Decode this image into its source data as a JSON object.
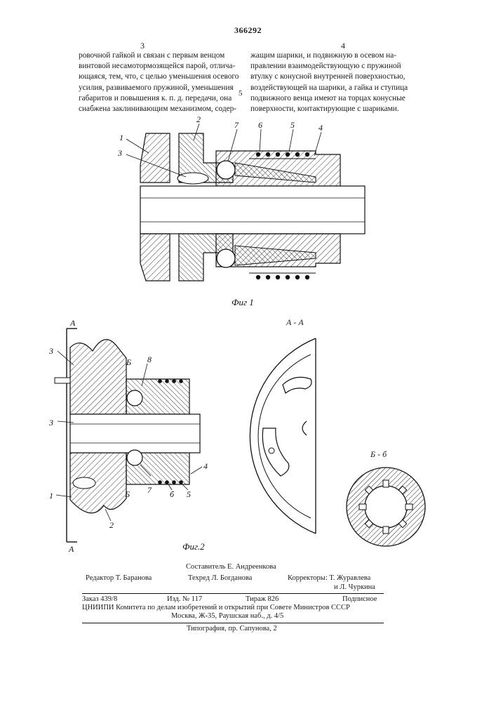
{
  "header": {
    "patent_number": "366292",
    "left_column_number": "3",
    "right_column_number": "4",
    "line_marker": "5"
  },
  "left_column": {
    "lines": [
      "ровочной гайкой и связан с первым венцом",
      "винтовой несамотормозящейся парой, отлича-",
      "ющаяся, тем, что, с целью уменьшения осевого",
      "усилия, развиваемого пружиной, уменьшения",
      "габаритов и повышения к. п. д. передачи, она",
      "снабжена заклинивающим механизмом, содер-"
    ]
  },
  "right_column": {
    "lines": [
      "жащим шарики, и подвижную в осевом на-",
      "правлении взаимодействующую с пружиной",
      "втулку с конусной внутренней поверхностью,",
      "воздействующей на шарики, а гайка и ступица",
      "подвижного венца имеют на торцах конусные",
      "поверхности, контактирующие с шариками."
    ]
  },
  "figure1": {
    "caption": "Фиг 1",
    "labels": [
      "1",
      "2",
      "3",
      "7",
      "6",
      "5",
      "4"
    ]
  },
  "figure2": {
    "caption": "Фиг.2",
    "labels": [
      "A",
      "A",
      "3",
      "8",
      "Б",
      "3",
      "4",
      "Б",
      "7",
      "б",
      "5",
      "1",
      "2"
    ]
  },
  "section_aa": {
    "title": "А - А"
  },
  "section_bb": {
    "title": "Б - б"
  },
  "imprint": {
    "compiler": "Составитель Е. Андреенкова",
    "editor": "Редактор Т. Баранова",
    "techred": "Техред Л. Богданова",
    "correctors_1": "Корректоры: Т. Журавлева",
    "correctors_2": "и Л. Чуркина",
    "order": "Заказ 439/8",
    "edition": "Изд. № 117",
    "circulation": "Тираж 826",
    "subscription": "Подписное",
    "org": "ЦНИИПИ Комитета по делам изобретений и открытий при Совете Министров СССР",
    "address": "Москва, Ж-35, Раушская наб., д. 4/5",
    "printer": "Типография, пр. Сапунова, 2"
  }
}
